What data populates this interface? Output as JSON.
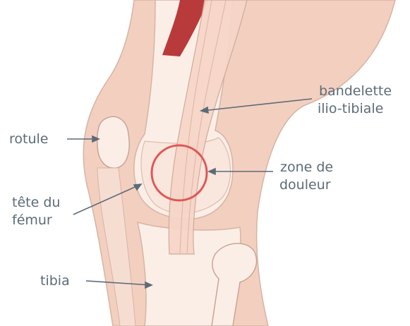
{
  "labels": {
    "rotule": "rotule",
    "tete_line1": "tête du",
    "tete_line2": "fémur",
    "tibia": "tibia",
    "bandelette_line1": "bandelette",
    "bandelette_line2": "ilio-tibiale",
    "zone_line1": "zone de",
    "zone_line2": "douleur"
  },
  "colors": {
    "skin": "#f3cfc0",
    "bone": "#fbeee6",
    "band": "#f6d6c8",
    "muscle": "#b93a3a",
    "pain_circle": "#e05656",
    "label_text": "#5c6b78",
    "outline": "#d7b4a4"
  }
}
